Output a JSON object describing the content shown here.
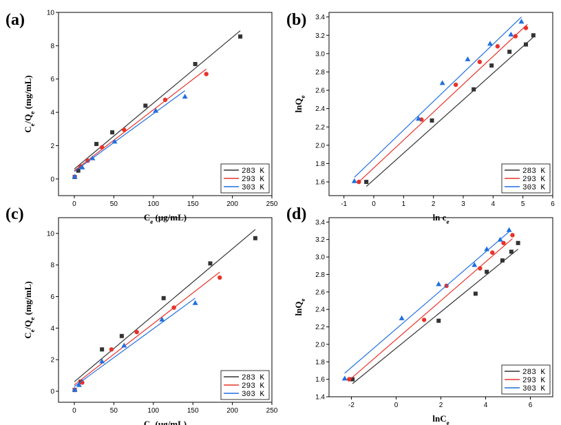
{
  "colors": {
    "283 K": "#333333",
    "293 K": "#e8322a",
    "303 K": "#1f6fe0"
  },
  "chart_data": [
    {
      "panel": "(a)",
      "type": "scatter",
      "xlabel": "Ce (μg/mL)",
      "ylabel": "Ce/Qe (mg/mL)",
      "xlim": [
        -20,
        250
      ],
      "ylim": [
        -1,
        10
      ],
      "xticks": [
        0,
        50,
        100,
        150,
        200,
        250
      ],
      "yticks": [
        0,
        2,
        4,
        6,
        8,
        10
      ],
      "legend": [
        "283 K",
        "293 K",
        "303 K"
      ],
      "legend_position": "bottom-right",
      "series": [
        {
          "name": "283 K",
          "marker": "square",
          "x": [
            0.5,
            5,
            28,
            48,
            90,
            153,
            210
          ],
          "y": [
            0.12,
            0.5,
            2.1,
            2.8,
            4.4,
            6.9,
            8.55
          ],
          "fit": [
            [
              0,
              0.6
            ],
            [
              210,
              8.9
            ]
          ]
        },
        {
          "name": "293 K",
          "marker": "circle",
          "x": [
            0.5,
            8,
            17,
            35,
            63,
            115,
            167
          ],
          "y": [
            0.13,
            0.75,
            1.1,
            1.9,
            2.95,
            4.75,
            6.3
          ],
          "fit": [
            [
              0,
              0.5
            ],
            [
              167,
              6.6
            ]
          ]
        },
        {
          "name": "303 K",
          "marker": "triangle",
          "x": [
            0.5,
            10,
            23,
            51,
            103,
            140
          ],
          "y": [
            0.14,
            0.7,
            1.25,
            2.25,
            4.1,
            4.95
          ],
          "fit": [
            [
              0,
              0.45
            ],
            [
              140,
              5.3
            ]
          ]
        }
      ]
    },
    {
      "panel": "(b)",
      "type": "scatter",
      "xlabel": "ln ce",
      "ylabel": "lnQe",
      "xlim": [
        -1.5,
        6
      ],
      "ylim": [
        1.45,
        3.45
      ],
      "xticks": [
        -1,
        0,
        1,
        2,
        3,
        4,
        5,
        6
      ],
      "yticks": [
        1.6,
        1.8,
        2.0,
        2.2,
        2.4,
        2.6,
        2.8,
        3.0,
        3.2,
        3.4
      ],
      "legend": [
        "283 K",
        "293 K",
        "303 K"
      ],
      "legend_position": "bottom-right",
      "series": [
        {
          "name": "283 K",
          "marker": "square",
          "x": [
            -0.25,
            1.95,
            3.35,
            3.95,
            4.55,
            5.1,
            5.35
          ],
          "y": [
            1.6,
            2.27,
            2.61,
            2.87,
            3.02,
            3.1,
            3.2
          ],
          "fit": [
            [
              -0.25,
              1.55
            ],
            [
              5.35,
              3.18
            ]
          ]
        },
        {
          "name": "293 K",
          "marker": "circle",
          "x": [
            -0.5,
            1.6,
            2.75,
            3.55,
            4.15,
            4.75,
            5.1
          ],
          "y": [
            1.6,
            2.28,
            2.66,
            2.91,
            3.08,
            3.19,
            3.28
          ],
          "fit": [
            [
              -0.5,
              1.6
            ],
            [
              5.15,
              3.32
            ]
          ]
        },
        {
          "name": "303 K",
          "marker": "triangle",
          "x": [
            -0.65,
            1.5,
            2.3,
            3.15,
            3.9,
            4.6,
            4.95
          ],
          "y": [
            1.61,
            2.29,
            2.68,
            2.94,
            3.11,
            3.21,
            3.35
          ],
          "fit": [
            [
              -0.65,
              1.65
            ],
            [
              4.95,
              3.4
            ]
          ]
        }
      ]
    },
    {
      "panel": "(c)",
      "type": "scatter",
      "xlabel": "Ce (μg/mL)",
      "ylabel": "Ce/Qe (mg/mL)",
      "xlim": [
        -20,
        250
      ],
      "ylim": [
        -0.7,
        11
      ],
      "xticks": [
        0,
        50,
        100,
        150,
        200,
        250
      ],
      "yticks": [
        0,
        2,
        4,
        6,
        8,
        10
      ],
      "legend": [
        "283 K",
        "293 K",
        "303 K"
      ],
      "legend_position": "bottom-right",
      "series": [
        {
          "name": "283 K",
          "marker": "square",
          "x": [
            0.5,
            8,
            35,
            60,
            113,
            172,
            229
          ],
          "y": [
            0.08,
            0.6,
            2.65,
            3.5,
            5.9,
            8.1,
            9.7
          ],
          "fit": [
            [
              0,
              0.6
            ],
            [
              229,
              10.25
            ]
          ]
        },
        {
          "name": "293 K",
          "marker": "circle",
          "x": [
            0.5,
            10,
            47,
            79,
            126,
            184
          ],
          "y": [
            0.09,
            0.55,
            2.65,
            3.75,
            5.3,
            7.2
          ],
          "fit": [
            [
              0,
              0.4
            ],
            [
              184,
              7.55
            ]
          ]
        },
        {
          "name": "303 K",
          "marker": "triangle",
          "x": [
            0.5,
            6,
            35,
            63,
            111,
            153
          ],
          "y": [
            0.1,
            0.4,
            1.9,
            2.9,
            4.55,
            5.6
          ],
          "fit": [
            [
              0,
              0.3
            ],
            [
              153,
              5.9
            ]
          ]
        }
      ]
    },
    {
      "panel": "(d)",
      "type": "scatter",
      "xlabel": "lnCe",
      "ylabel": "lnQe",
      "xlim": [
        -3,
        7
      ],
      "ylim": [
        1.4,
        3.45
      ],
      "xticks": [
        -2,
        0,
        2,
        4,
        6
      ],
      "yticks": [
        1.4,
        1.6,
        1.8,
        2.0,
        2.2,
        2.4,
        2.6,
        2.8,
        3.0,
        3.2,
        3.4
      ],
      "legend": [
        "283 K",
        "293 K",
        "303 K"
      ],
      "legend_position": "bottom-right",
      "series": [
        {
          "name": "283 K",
          "marker": "square",
          "x": [
            -1.95,
            1.9,
            3.55,
            4.05,
            4.75,
            5.15,
            5.45
          ],
          "y": [
            1.6,
            2.27,
            2.58,
            2.83,
            2.96,
            3.06,
            3.16
          ],
          "fit": [
            [
              -1.95,
              1.55
            ],
            [
              5.45,
              3.09
            ]
          ]
        },
        {
          "name": "293 K",
          "marker": "circle",
          "x": [
            -2.1,
            1.25,
            2.25,
            3.75,
            4.3,
            4.8,
            5.2
          ],
          "y": [
            1.6,
            2.28,
            2.67,
            2.87,
            3.05,
            3.16,
            3.25
          ],
          "fit": [
            [
              -2.1,
              1.59
            ],
            [
              5.2,
              3.21
            ]
          ]
        },
        {
          "name": "303 K",
          "marker": "triangle",
          "x": [
            -2.3,
            0.25,
            1.9,
            3.5,
            4.05,
            4.65,
            5.05
          ],
          "y": [
            1.61,
            2.3,
            2.69,
            2.91,
            3.09,
            3.2,
            3.31
          ],
          "fit": [
            [
              -2.3,
              1.67
            ],
            [
              5.1,
              3.3
            ]
          ]
        }
      ]
    }
  ]
}
